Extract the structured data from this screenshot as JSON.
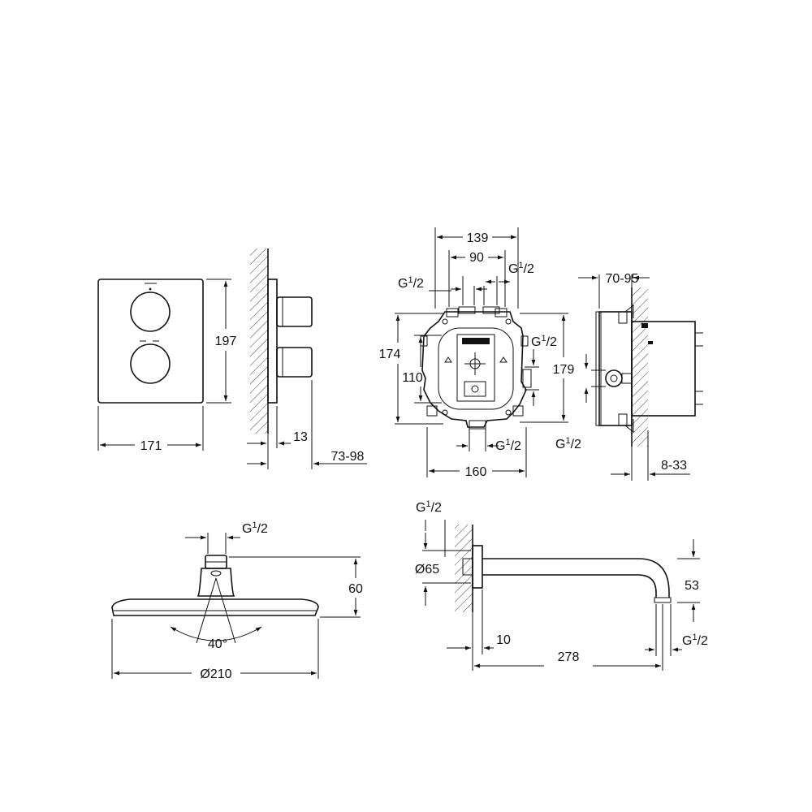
{
  "thermostat": {
    "width": "171",
    "height": "197",
    "projection": "13",
    "depth_range": "73-98"
  },
  "box_front": {
    "outer_width": "139",
    "inner_width": "90",
    "overall_width": "160",
    "overall_height": "174",
    "inner_height": "110",
    "height_right": "179",
    "thread_top_left": "G",
    "thread_top_right": "G",
    "thread_right": "G",
    "thread_bottom": "G",
    "frac_num": "1",
    "frac_den": "2"
  },
  "box_side": {
    "depth_top": "70-95",
    "depth_bottom": "8-33",
    "thread": "G"
  },
  "shower_head": {
    "thread": "G",
    "height": "60",
    "angle": "40°",
    "diameter": "Ø210"
  },
  "arm": {
    "thread_top": "G",
    "rosette": "Ø65",
    "drop": "53",
    "wall_gap": "10",
    "length": "278",
    "thread_end": "G"
  }
}
